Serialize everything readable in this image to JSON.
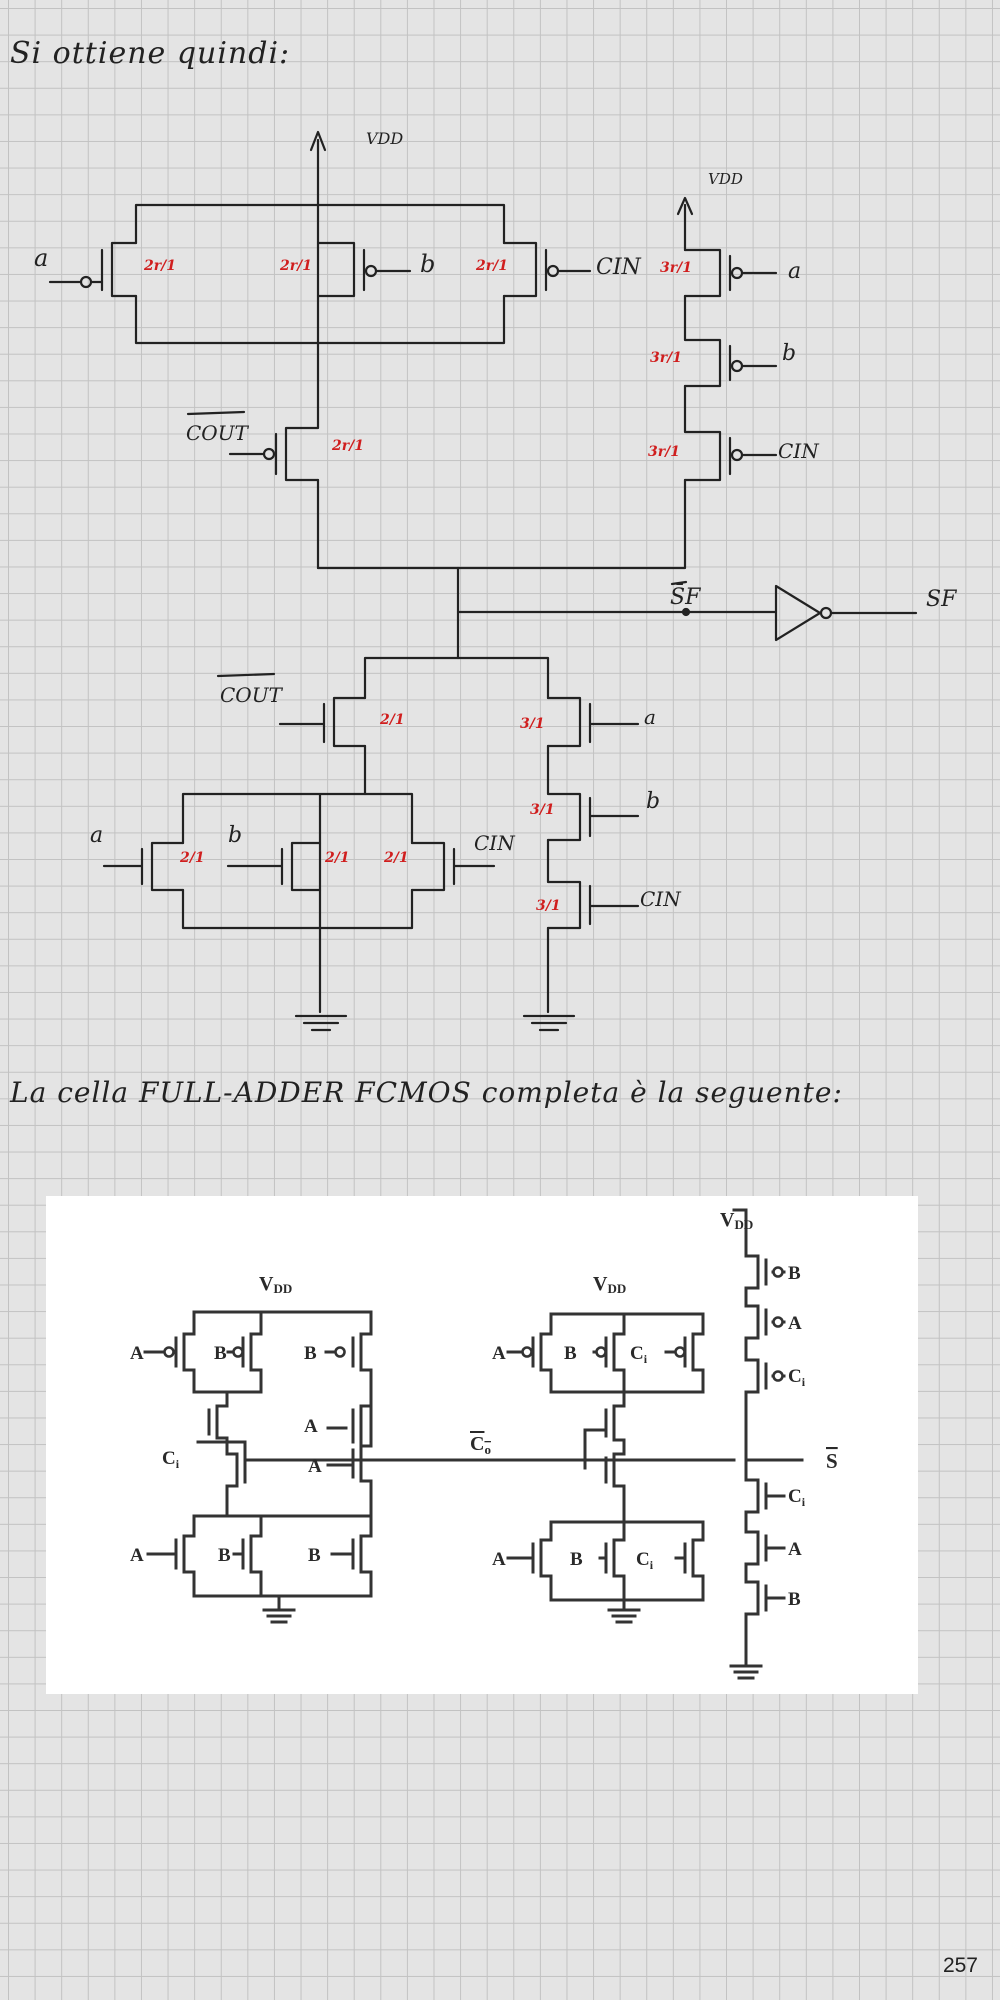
{
  "page": {
    "heading": "Si ottiene quindi:",
    "intro_full_adder": "La cella FULL-ADDER FCMOS completa è la seguente:",
    "page_number": "257"
  },
  "hand_schematic": {
    "supply": "VDD",
    "supply_right": "VDD",
    "output_node": "S̄F",
    "output": "SF",
    "pull_up": [
      {
        "gate": "a",
        "size": "2r/1"
      },
      {
        "gate": "b",
        "size": "2r/1"
      },
      {
        "gate": "CIN",
        "size": "2r/1"
      },
      {
        "gate": "COUT",
        "size": "2r/1"
      },
      {
        "gate": "a",
        "size": "3r/1"
      },
      {
        "gate": "b",
        "size": "3r/1"
      },
      {
        "gate": "CIN",
        "size": "3r/1"
      }
    ],
    "pull_down": [
      {
        "gate": "COUT",
        "size": "2/1"
      },
      {
        "gate": "a",
        "size": "2/1"
      },
      {
        "gate": "b",
        "size": "2/1"
      },
      {
        "gate": "CIN",
        "size": "2/1"
      },
      {
        "gate": "a",
        "size": "3/1"
      },
      {
        "gate": "b",
        "size": "3/1"
      },
      {
        "gate": "CIN",
        "size": "3/1"
      }
    ]
  },
  "printed_schematic": {
    "vdd_left": "VDD",
    "vdd_middle": "VDD",
    "vdd_right": "VDD",
    "carry_out": "Co",
    "sum_out": "S",
    "carry_in": "Ci",
    "labels": {
      "a": "A",
      "b": "B",
      "ci": "C",
      "ci_sub": "i",
      "vdd_main": "V",
      "vdd_sub": "DD"
    }
  }
}
